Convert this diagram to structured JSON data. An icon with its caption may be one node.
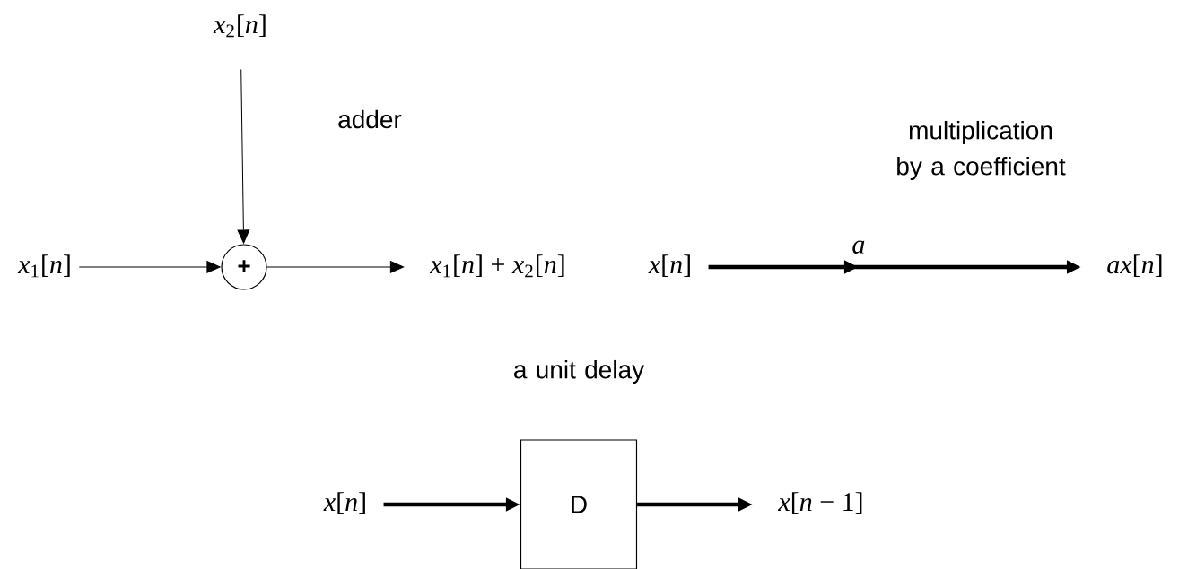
{
  "diagram": {
    "nodes": [
      {
        "text": [
          "*x*$_{2}$[*n*]"
        ]
      },
      {
        "text": [
          "*x*$_{1}$[*n*]"
        ]
      },
      {
        "text": [
          "+"
        ]
      },
      {
        "text": [
          "*x*$_{1}$[*n*] + *x*$_{2}$[*n*]"
        ]
      },
      {
        "text": [
          "*x*[*n*]"
        ]
      },
      {
        "text": [
          "*ax*[*n*]"
        ]
      },
      {
        "text": [
          "*x*[*n*]"
        ]
      },
      {
        "text": [
          "D"
        ]
      },
      {
        "text": [
          "*x*[*n* − 1]"
        ]
      }
    ],
    "edges": [
      {
        "from": 0,
        "to": 2,
        "arrow": "to"
      },
      {
        "from": 1,
        "to": 2,
        "arrow": "to"
      },
      {
        "from": 2,
        "to": 3,
        "arrow": "to"
      },
      {
        "from": 4,
        "to": 5,
        "arrow": "to",
        "label": "*a*",
        "style": "thick"
      },
      {
        "from": 6,
        "to": 7,
        "arrow": "to",
        "style": "thick"
      },
      {
        "from": 7,
        "to": 8,
        "arrow": "to",
        "style": "thick"
      }
    ],
    "labels": [
      "adder",
      "multiplication by a coefficient",
      "a unit delay"
    ]
  }
}
